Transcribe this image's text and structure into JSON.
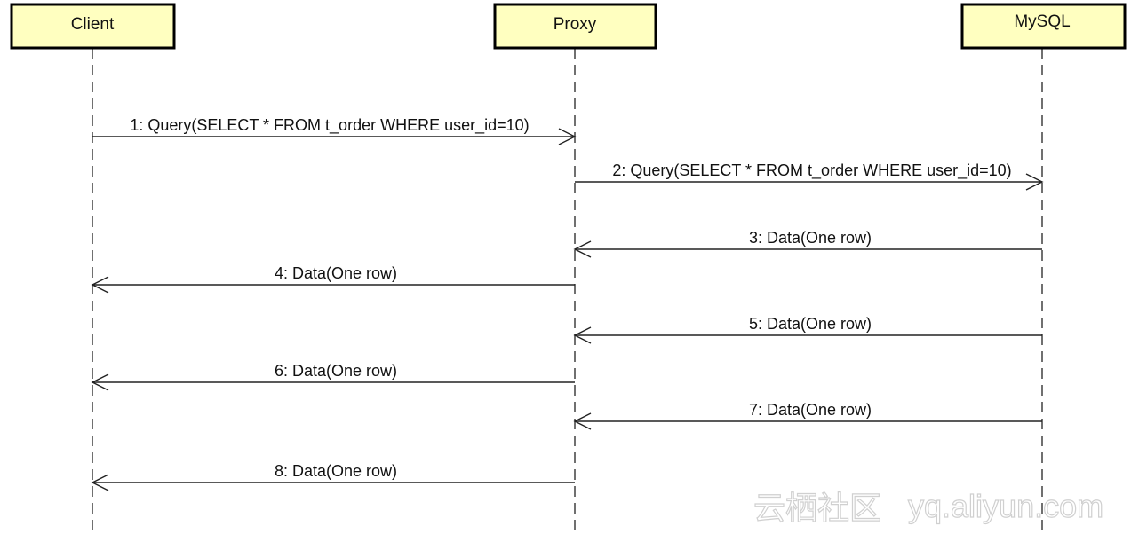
{
  "participants": [
    {
      "id": "client",
      "label": "Client"
    },
    {
      "id": "proxy",
      "label": "Proxy"
    },
    {
      "id": "mysql",
      "label": "MySQL"
    }
  ],
  "messages": [
    {
      "from": "client",
      "to": "proxy",
      "label": "1: Query(SELECT * FROM t_order WHERE user_id=10)"
    },
    {
      "from": "proxy",
      "to": "mysql",
      "label": "2: Query(SELECT * FROM t_order WHERE user_id=10)"
    },
    {
      "from": "mysql",
      "to": "proxy",
      "label": "3: Data(One row)"
    },
    {
      "from": "proxy",
      "to": "client",
      "label": "4: Data(One row)"
    },
    {
      "from": "mysql",
      "to": "proxy",
      "label": "5: Data(One row)"
    },
    {
      "from": "proxy",
      "to": "client",
      "label": "6: Data(One row)"
    },
    {
      "from": "mysql",
      "to": "proxy",
      "label": "7: Data(One row)"
    },
    {
      "from": "proxy",
      "to": "client",
      "label": "8: Data(One row)"
    }
  ],
  "colors": {
    "actor_fill": "#ffffc0",
    "line": "#222222"
  },
  "watermark": {
    "cn": "云栖社区",
    "en": "yq.aliyun.com"
  }
}
